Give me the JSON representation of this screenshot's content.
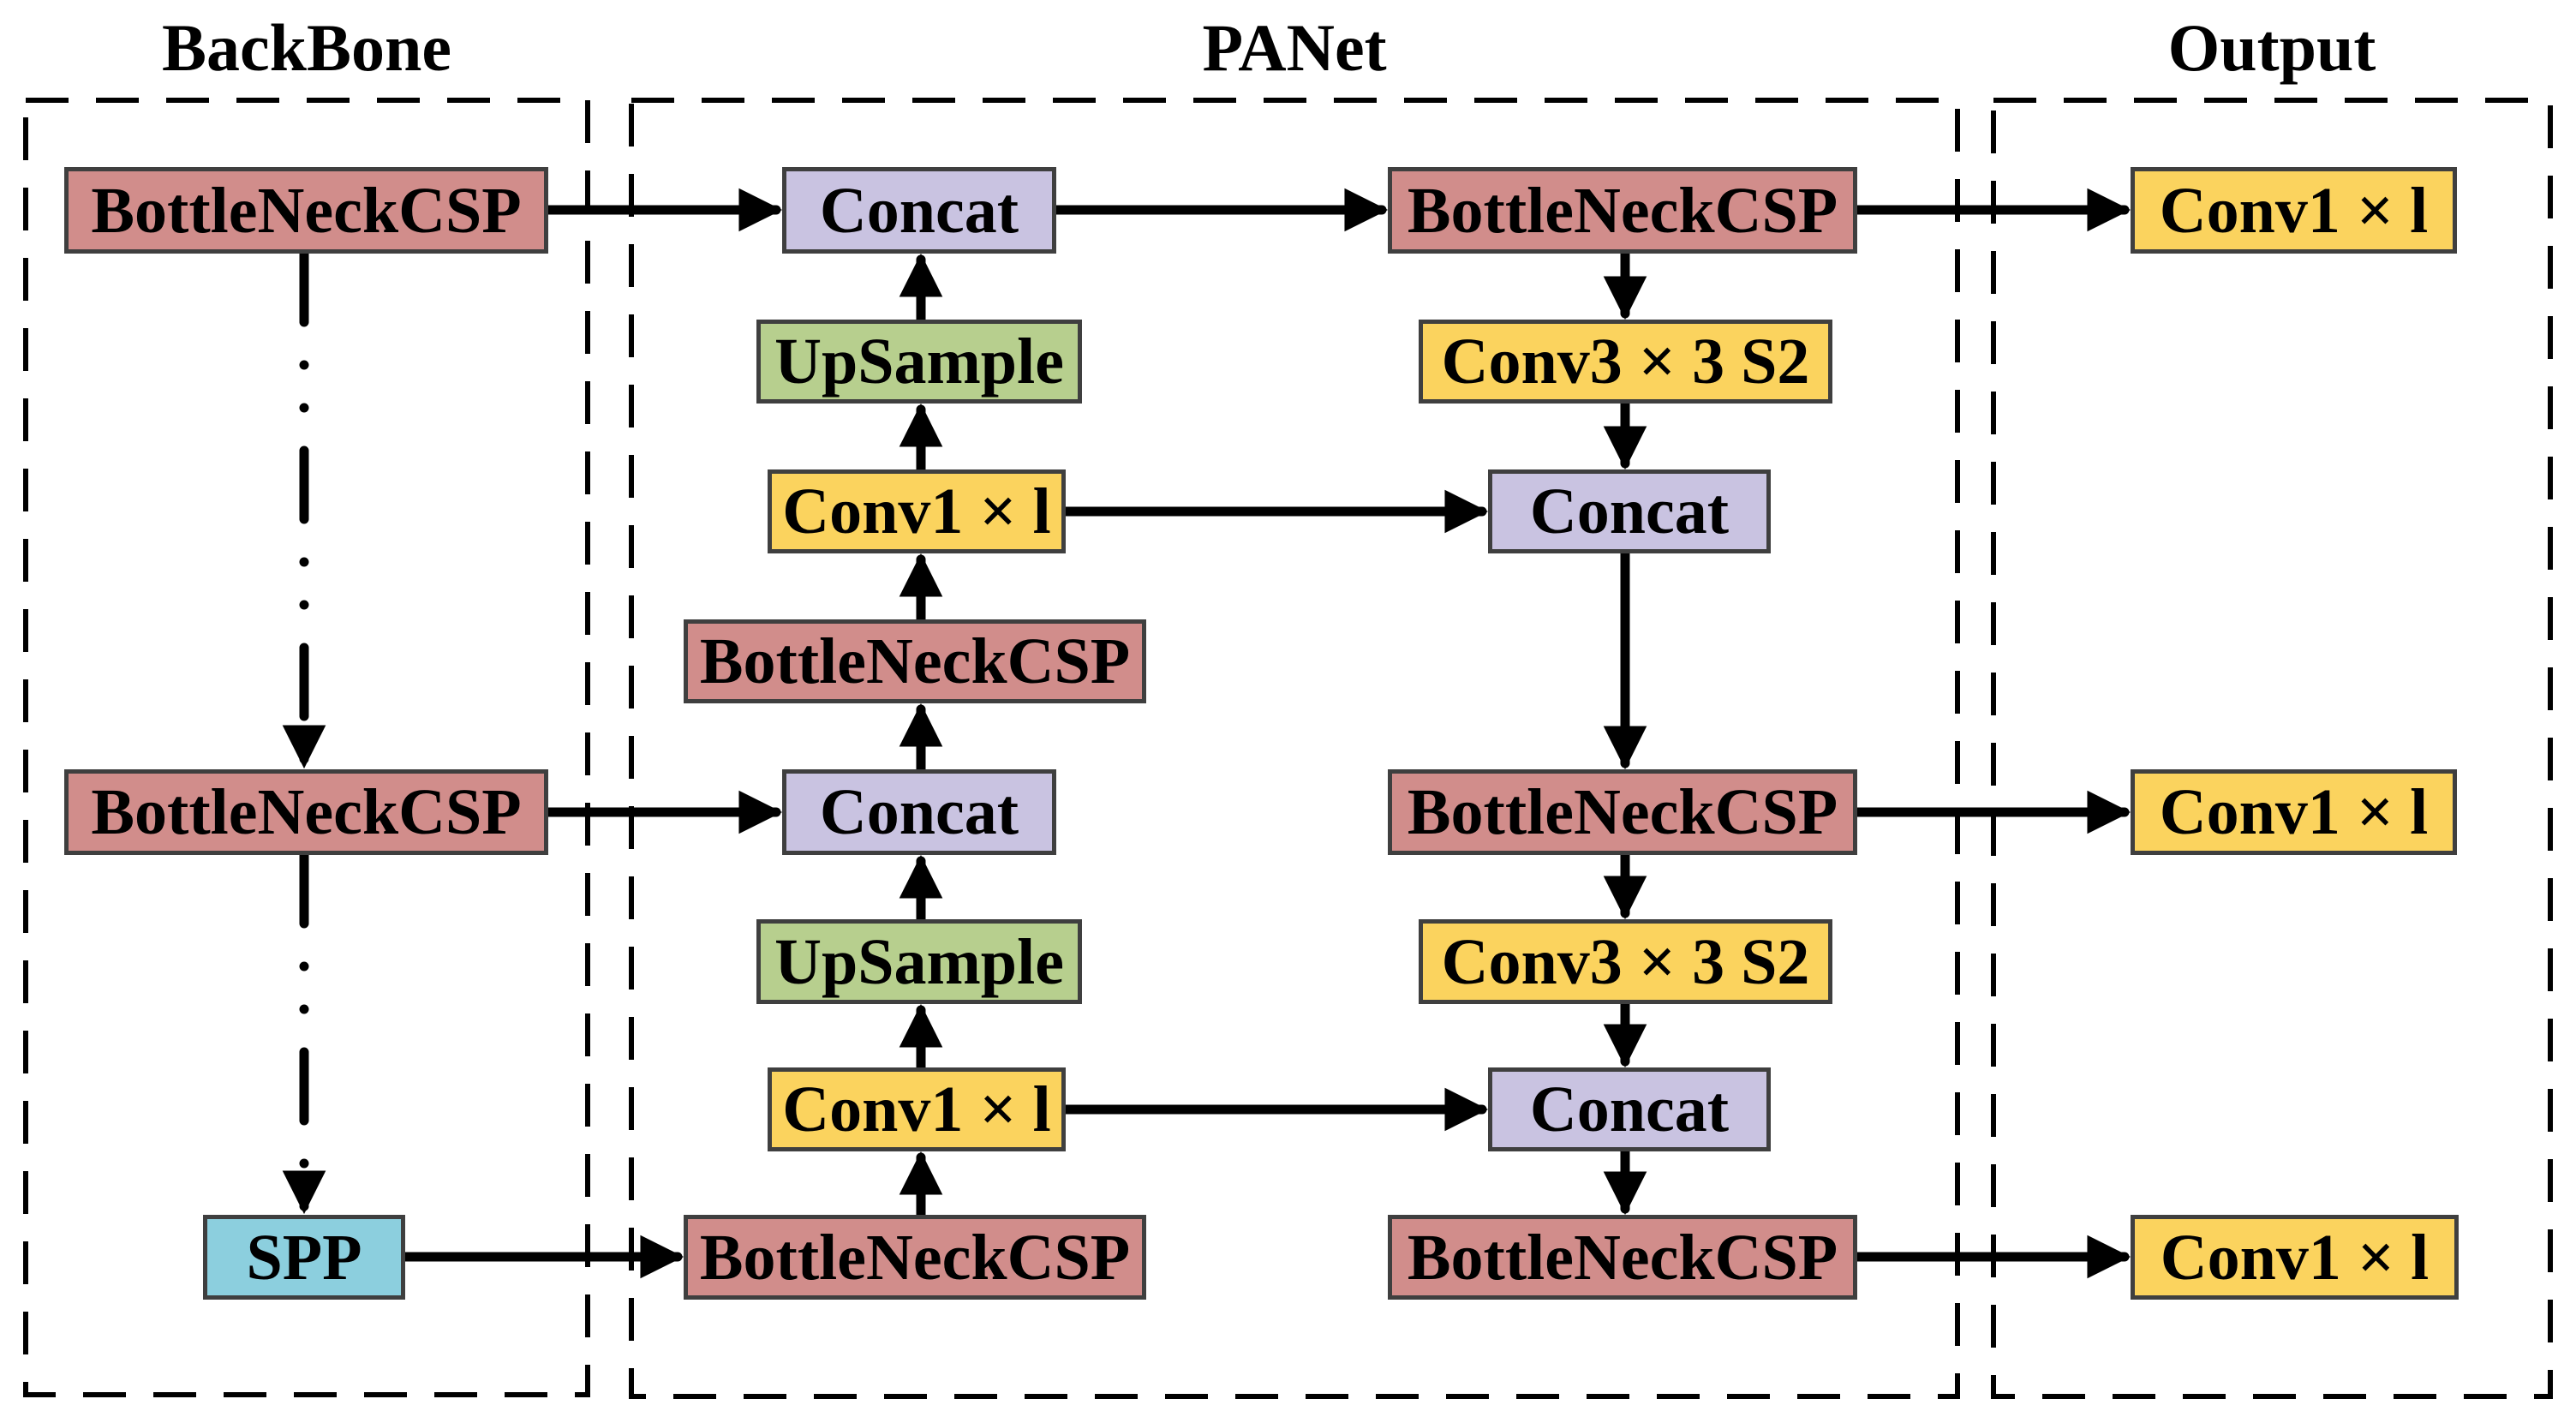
{
  "sections": {
    "backbone": {
      "title": "BackBone"
    },
    "panet": {
      "title": "PANet"
    },
    "output": {
      "title": "Output"
    }
  },
  "colors": {
    "bottleneck": "#D18D8B",
    "concat": "#C9C3E1",
    "upsample": "#B7CF8E",
    "conv": "#FBD35E",
    "spp": "#8CCFDE",
    "box_border": "#3F3F3F",
    "line": "#000000",
    "background": "#FFFFFF"
  },
  "nodes": [
    {
      "id": "backbone-bottleneckcsp-1",
      "label": "BottleNeckCSP",
      "type": "bottleneck",
      "section": "backbone"
    },
    {
      "id": "backbone-bottleneckcsp-2",
      "label": "BottleNeckCSP",
      "type": "bottleneck",
      "section": "backbone"
    },
    {
      "id": "backbone-spp",
      "label": "SPP",
      "type": "spp",
      "section": "backbone"
    },
    {
      "id": "panet-concat-mid-1",
      "label": "Concat",
      "type": "concat",
      "section": "panet"
    },
    {
      "id": "panet-upsample-1",
      "label": "UpSample",
      "type": "upsample",
      "section": "panet"
    },
    {
      "id": "panet-conv1x1-mid-1",
      "label": "Conv1 × l",
      "type": "conv",
      "section": "panet"
    },
    {
      "id": "panet-bottleneckcsp-mid-1",
      "label": "BottleNeckCSP",
      "type": "bottleneck",
      "section": "panet"
    },
    {
      "id": "panet-concat-mid-2",
      "label": "Concat",
      "type": "concat",
      "section": "panet"
    },
    {
      "id": "panet-upsample-2",
      "label": "UpSample",
      "type": "upsample",
      "section": "panet"
    },
    {
      "id": "panet-conv1x1-mid-2",
      "label": "Conv1 × l",
      "type": "conv",
      "section": "panet"
    },
    {
      "id": "panet-bottleneckcsp-mid-2",
      "label": "BottleNeckCSP",
      "type": "bottleneck",
      "section": "panet"
    },
    {
      "id": "panet-bottleneckcsp-right-1",
      "label": "BottleNeckCSP",
      "type": "bottleneck",
      "section": "panet"
    },
    {
      "id": "panet-conv3x3s2-1",
      "label": "Conv3 × 3 S2",
      "type": "conv",
      "section": "panet"
    },
    {
      "id": "panet-concat-right-1",
      "label": "Concat",
      "type": "concat",
      "section": "panet"
    },
    {
      "id": "panet-bottleneckcsp-right-2",
      "label": "BottleNeckCSP",
      "type": "bottleneck",
      "section": "panet"
    },
    {
      "id": "panet-conv3x3s2-2",
      "label": "Conv3 × 3 S2",
      "type": "conv",
      "section": "panet"
    },
    {
      "id": "panet-concat-right-2",
      "label": "Concat",
      "type": "concat",
      "section": "panet"
    },
    {
      "id": "panet-bottleneckcsp-right-3",
      "label": "BottleNeckCSP",
      "type": "bottleneck",
      "section": "panet"
    },
    {
      "id": "output-conv1x1-1",
      "label": "Conv1 × l",
      "type": "conv",
      "section": "output"
    },
    {
      "id": "output-conv1x1-2",
      "label": "Conv1 × l",
      "type": "conv",
      "section": "output"
    },
    {
      "id": "output-conv1x1-3",
      "label": "Conv1 × l",
      "type": "conv",
      "section": "output"
    }
  ],
  "edges": [
    {
      "from": "backbone-bottleneckcsp-1",
      "to": "panet-concat-mid-1",
      "style": "solid"
    },
    {
      "from": "panet-concat-mid-1",
      "to": "panet-bottleneckcsp-right-1",
      "style": "solid"
    },
    {
      "from": "panet-bottleneckcsp-right-1",
      "to": "output-conv1x1-1",
      "style": "solid"
    },
    {
      "from": "panet-bottleneckcsp-right-1",
      "to": "panet-conv3x3s2-1",
      "style": "solid"
    },
    {
      "from": "panet-conv3x3s2-1",
      "to": "panet-concat-right-1",
      "style": "solid"
    },
    {
      "from": "panet-conv1x1-mid-1",
      "to": "panet-concat-right-1",
      "style": "solid"
    },
    {
      "from": "panet-concat-right-1",
      "to": "panet-bottleneckcsp-right-2",
      "style": "solid"
    },
    {
      "from": "panet-upsample-1",
      "to": "panet-concat-mid-1",
      "style": "solid"
    },
    {
      "from": "panet-conv1x1-mid-1",
      "to": "panet-upsample-1",
      "style": "solid"
    },
    {
      "from": "panet-bottleneckcsp-mid-1",
      "to": "panet-conv1x1-mid-1",
      "style": "solid"
    },
    {
      "from": "panet-concat-mid-2",
      "to": "panet-bottleneckcsp-mid-1",
      "style": "solid"
    },
    {
      "from": "backbone-bottleneckcsp-2",
      "to": "panet-concat-mid-2",
      "style": "solid"
    },
    {
      "from": "panet-upsample-2",
      "to": "panet-concat-mid-2",
      "style": "solid"
    },
    {
      "from": "panet-conv1x1-mid-2",
      "to": "panet-upsample-2",
      "style": "solid"
    },
    {
      "from": "panet-bottleneckcsp-mid-2",
      "to": "panet-conv1x1-mid-2",
      "style": "solid"
    },
    {
      "from": "backbone-spp",
      "to": "panet-bottleneckcsp-mid-2",
      "style": "solid"
    },
    {
      "from": "panet-bottleneckcsp-right-2",
      "to": "output-conv1x1-2",
      "style": "solid"
    },
    {
      "from": "panet-bottleneckcsp-right-2",
      "to": "panet-conv3x3s2-2",
      "style": "solid"
    },
    {
      "from": "panet-conv3x3s2-2",
      "to": "panet-concat-right-2",
      "style": "solid"
    },
    {
      "from": "panet-conv1x1-mid-2",
      "to": "panet-concat-right-2",
      "style": "solid"
    },
    {
      "from": "panet-concat-right-2",
      "to": "panet-bottleneckcsp-right-3",
      "style": "solid"
    },
    {
      "from": "panet-bottleneckcsp-right-3",
      "to": "output-conv1x1-3",
      "style": "solid"
    },
    {
      "from": "backbone-bottleneckcsp-1",
      "to": "backbone-bottleneckcsp-2",
      "style": "dash-dot"
    },
    {
      "from": "backbone-bottleneckcsp-2",
      "to": "backbone-spp",
      "style": "dash-dot"
    }
  ]
}
